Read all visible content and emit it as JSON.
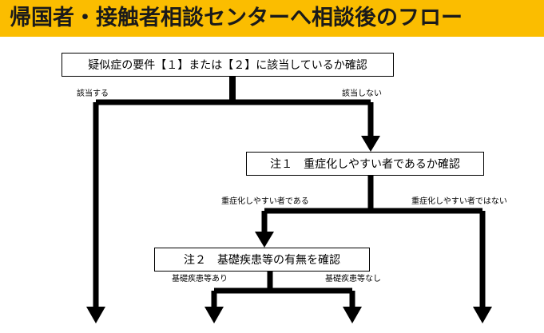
{
  "title": "帰国者・接触者相談センターへ相談後のフロー",
  "colors": {
    "title_bar": "#fbbd00",
    "line": "#000000"
  },
  "box1": {
    "text": "疑似症の要件【１】または【２】に該当しているか確認"
  },
  "box2": {
    "text": "注１　重症化しやすい者であるか確認"
  },
  "box3": {
    "text": "注２　基礎疾患等の有無を確認"
  },
  "branch1": {
    "yes": "該当する",
    "no": "該当しない"
  },
  "branch2": {
    "yes": "重症化しやすい者である",
    "no": "重症化しやすい者ではない"
  },
  "branch3": {
    "yes": "基礎疾患等あり",
    "no": "基礎疾患等なし"
  }
}
